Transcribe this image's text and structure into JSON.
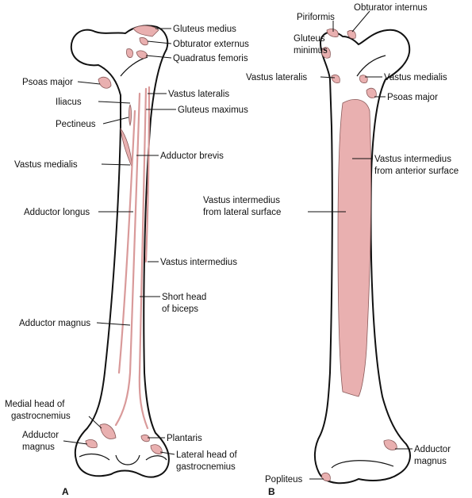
{
  "figure": {
    "panels": [
      {
        "id": "A",
        "panel_label": "A",
        "labels": [
          {
            "key": "gluteus_medius",
            "lines": [
              "Gluteus medius"
            ]
          },
          {
            "key": "obturator_externus",
            "lines": [
              "Obturator externus"
            ]
          },
          {
            "key": "quadratus_femoris",
            "lines": [
              "Quadratus femoris"
            ]
          },
          {
            "key": "psoas_major",
            "lines": [
              "Psoas major"
            ]
          },
          {
            "key": "vastus_lateralis",
            "lines": [
              "Vastus lateralis"
            ]
          },
          {
            "key": "iliacus",
            "lines": [
              "Iliacus"
            ]
          },
          {
            "key": "gluteus_maximus",
            "lines": [
              "Gluteus maximus"
            ]
          },
          {
            "key": "pectineus",
            "lines": [
              "Pectineus"
            ]
          },
          {
            "key": "adductor_brevis",
            "lines": [
              "Adductor brevis"
            ]
          },
          {
            "key": "vastus_medialis",
            "lines": [
              "Vastus medialis"
            ]
          },
          {
            "key": "adductor_longus",
            "lines": [
              "Adductor longus"
            ]
          },
          {
            "key": "vastus_intermedius",
            "lines": [
              "Vastus intermedius"
            ]
          },
          {
            "key": "short_head_biceps",
            "lines": [
              "Short head",
              "of biceps"
            ]
          },
          {
            "key": "adductor_magnus",
            "lines": [
              "Adductor magnus"
            ]
          },
          {
            "key": "medial_head_gastrocnemius",
            "lines": [
              "Medial head of",
              "gastrocnemius"
            ]
          },
          {
            "key": "adductor_magnus_lower",
            "lines": [
              "Adductor",
              "magnus"
            ]
          },
          {
            "key": "plantaris",
            "lines": [
              "Plantaris"
            ]
          },
          {
            "key": "lateral_head_gastrocnemius",
            "lines": [
              "Lateral head of",
              "gastrocnemius"
            ]
          }
        ]
      },
      {
        "id": "B",
        "panel_label": "B",
        "labels": [
          {
            "key": "obturator_internus",
            "lines": [
              "Obturator internus"
            ]
          },
          {
            "key": "piriformis",
            "lines": [
              "Piriformis"
            ]
          },
          {
            "key": "gluteus_minimus",
            "lines": [
              "Gluteus",
              "minimus"
            ]
          },
          {
            "key": "vastus_lateralis",
            "lines": [
              "Vastus lateralis"
            ]
          },
          {
            "key": "vastus_medialis",
            "lines": [
              "Vastus medialis"
            ]
          },
          {
            "key": "psoas_major",
            "lines": [
              "Psoas major"
            ]
          },
          {
            "key": "vastus_intermedius_anterior",
            "lines": [
              "Vastus intermedius",
              "from anterior surface"
            ]
          },
          {
            "key": "vastus_intermedius_lateral",
            "lines": [
              "Vastus intermedius",
              "from lateral surface"
            ]
          },
          {
            "key": "adductor_magnus",
            "lines": [
              "Adductor",
              "magnus"
            ]
          },
          {
            "key": "popliteus",
            "lines": [
              "Popliteus"
            ]
          }
        ]
      }
    ],
    "colors": {
      "muscle_attachment": "#e9b0b0",
      "outline": "#111111"
    }
  }
}
